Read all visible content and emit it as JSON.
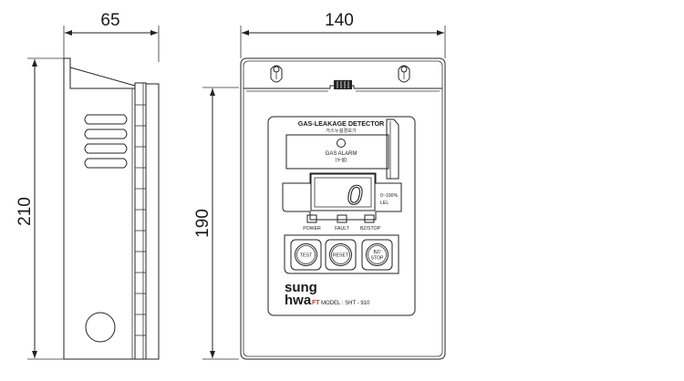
{
  "dimensions": {
    "side_width": "65",
    "side_height": "210",
    "front_width": "140",
    "front_height": "190"
  },
  "panel": {
    "title": "GAS-LEAKAGE DETECTOR",
    "title_korean": "가스누설경보기",
    "alarm_label": "GAS ALARM",
    "alarm_sub": "(누설)",
    "display_digit": "0",
    "range_label": "0~100%",
    "unit_label": "LEL",
    "led_power": "POWER",
    "led_fault": "FAULT",
    "led_bzstop": "BZ/STOP",
    "btn_test": "TEST",
    "btn_reset": "RESET",
    "btn_bzstop_line1": "BZ/",
    "btn_bzstop_line2": "STOP",
    "brand_top": "sung",
    "brand_bottom": "hwa",
    "brand_suffix": "FT",
    "model": "MODEL : SHT - 910"
  },
  "colors": {
    "line": "#222222",
    "brand_suffix": "#c0392b"
  }
}
